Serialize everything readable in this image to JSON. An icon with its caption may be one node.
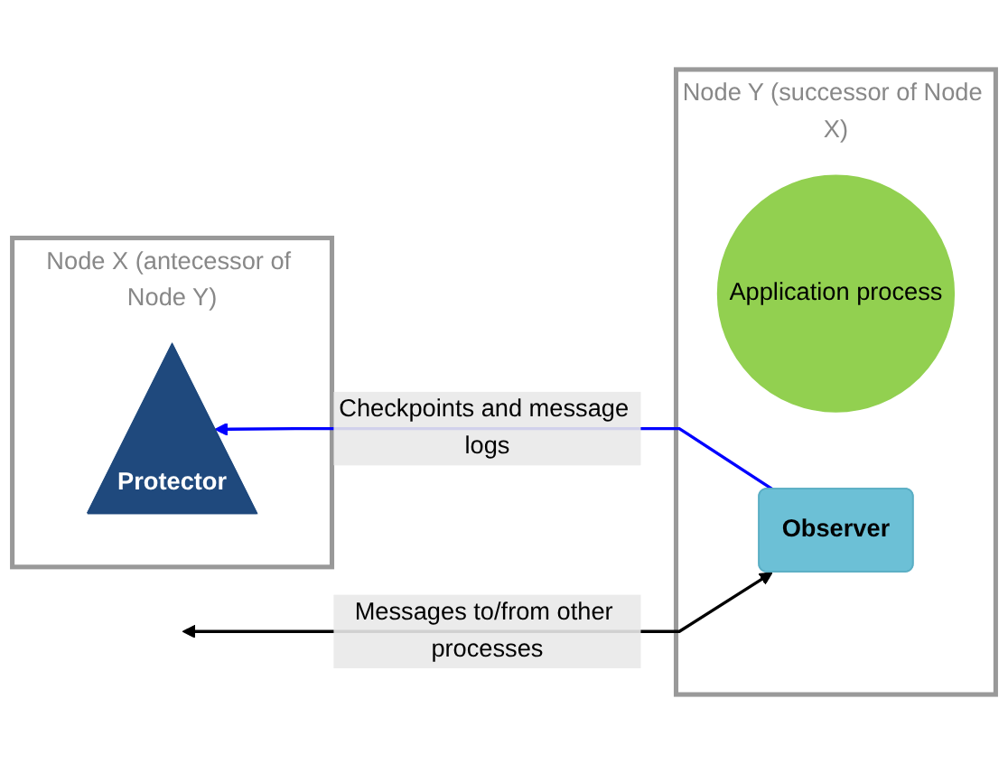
{
  "diagram": {
    "nodes": [
      {
        "text": [
          "Node X (antecessor of Node Y)"
        ]
      },
      {
        "text": [
          "Protector"
        ],
        "in": 0
      },
      {
        "text": [
          "Node Y (successor of Node X)"
        ]
      },
      {
        "text": [
          "Application process"
        ],
        "in": 2
      },
      {
        "text": [
          "Observer"
        ],
        "in": 2
      }
    ],
    "edges": [
      {
        "from": 4,
        "to": 1,
        "arrow": "to",
        "label": "Checkpoints and message logs",
        "color": "#0000ff"
      },
      {
        "from": 4,
        "to": null,
        "arrow": "both",
        "label": "Messages to/from other processes",
        "color": "#000000"
      }
    ]
  }
}
